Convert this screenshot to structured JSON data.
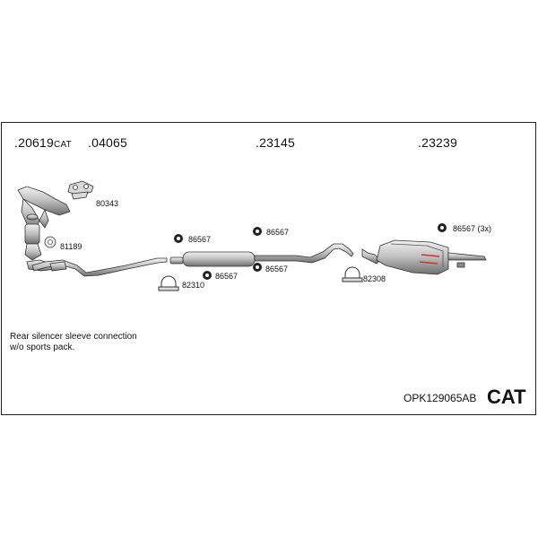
{
  "parts": {
    "p1": {
      "number": ".20619",
      "suffix": "CAT"
    },
    "p2": {
      "number": ".04065"
    },
    "p3": {
      "number": ".23145"
    },
    "p4": {
      "number": ".23239"
    }
  },
  "refs": {
    "r80343": "80343",
    "r81189": "81189",
    "r86567a": "86567",
    "r86567b": "86567",
    "r86567c": "86567",
    "r86567d": "86567",
    "r86567e": "86567 (3x)",
    "r82310": "82310",
    "r82308": "82308"
  },
  "note": {
    "line1": "Rear silencer sleeve connection",
    "line2": "w/o sports pack."
  },
  "footer": {
    "code": "OPK129065AB",
    "cat": "CAT"
  }
}
